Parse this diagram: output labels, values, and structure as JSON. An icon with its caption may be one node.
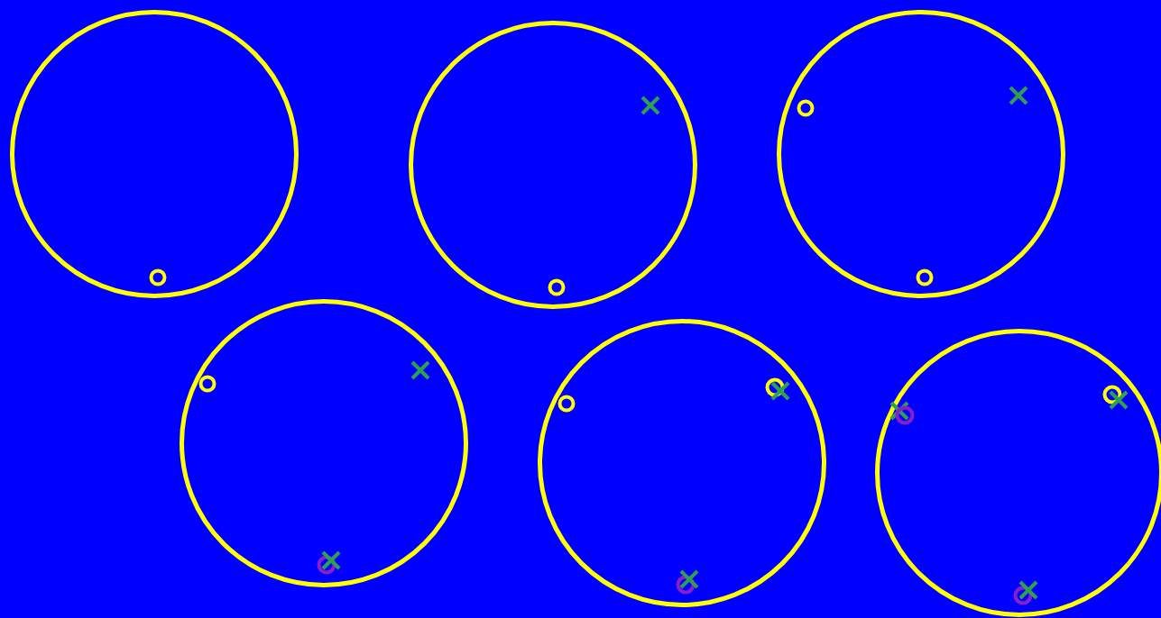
{
  "diagram": {
    "nodes": [
      {
        "text": [],
        "shape": "circle"
      },
      {
        "text": [],
        "shape": "circle",
        "in": 0
      },
      {
        "text": [],
        "shape": "circle"
      },
      {
        "text": [],
        "shape": "cross",
        "in": 2
      },
      {
        "text": [],
        "shape": "circle",
        "in": 2
      },
      {
        "text": [],
        "shape": "circle"
      },
      {
        "text": [],
        "shape": "circle",
        "in": 5
      },
      {
        "text": [],
        "shape": "cross",
        "in": 5
      },
      {
        "text": [],
        "shape": "circle",
        "in": 5
      },
      {
        "text": [],
        "shape": "circle"
      },
      {
        "text": [],
        "shape": "circle",
        "in": 9
      },
      {
        "text": [],
        "shape": "cross",
        "in": 9
      },
      {
        "text": [],
        "shape": "circle",
        "in": 9
      },
      {
        "text": [],
        "shape": "cross",
        "in": 9
      },
      {
        "text": [],
        "shape": "circle"
      },
      {
        "text": [],
        "shape": "circle",
        "in": 14
      },
      {
        "text": [],
        "shape": "circle",
        "in": 14
      },
      {
        "text": [],
        "shape": "cross",
        "in": 14
      },
      {
        "text": [],
        "shape": "circle",
        "in": 14
      },
      {
        "text": [],
        "shape": "cross",
        "in": 14
      },
      {
        "text": [],
        "shape": "circle"
      },
      {
        "text": [],
        "shape": "cross",
        "in": 20
      },
      {
        "text": [],
        "shape": "circle",
        "in": 20
      },
      {
        "text": [],
        "shape": "circle",
        "in": 20
      },
      {
        "text": [],
        "shape": "cross",
        "in": 20
      },
      {
        "text": [],
        "shape": "circle",
        "in": 20
      },
      {
        "text": [],
        "shape": "cross",
        "in": 20
      }
    ]
  }
}
